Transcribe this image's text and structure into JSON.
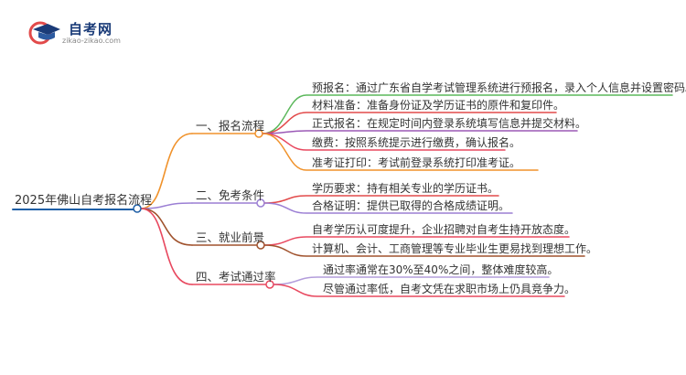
{
  "logo": {
    "name": "自考网",
    "url": "zikao-zikao.com"
  },
  "root": {
    "label": "2025年佛山自考报名流程"
  },
  "branches": [
    {
      "label": "一、报名流程",
      "color": "#f0922b",
      "leaves": [
        {
          "text": "预报名：通过广东省自学考试管理系统进行预报名，录入个人信息并设置密码。",
          "color": "#5cb85c"
        },
        {
          "text": "材料准备：准备身份证及学历证书的原件和复印件。",
          "color": "#e24a4a"
        },
        {
          "text": "正式报名：在规定时间内登录系统填写信息并提交材料。",
          "color": "#9b59b6"
        },
        {
          "text": "缴费：按照系统提示进行缴费，确认报名。",
          "color": "#e8485f"
        },
        {
          "text": "准考证打印：考试前登录系统打印准考证。",
          "color": "#f0922b"
        }
      ]
    },
    {
      "label": "二、免考条件",
      "color": "#9b7fd4",
      "leaves": [
        {
          "text": "学历要求：持有相关专业的学历证书。",
          "color": "#e24a4a"
        },
        {
          "text": "合格证明：提供已取得的合格成绩证明。",
          "color": "#9b7fd4"
        }
      ]
    },
    {
      "label": "三、就业前景",
      "color": "#a0522d",
      "leaves": [
        {
          "text": "自考学历认可度提升，企业招聘对自考生持开放态度。",
          "color": "#e8485f"
        },
        {
          "text": "计算机、会计、工商管理等专业毕业生更易找到理想工作。",
          "color": "#a0522d"
        }
      ]
    },
    {
      "label": "四、考试通过率",
      "color": "#e8485f",
      "leaves": [
        {
          "text": "通过率通常在30%至40%之间，整体难度较高。",
          "color": "#b39ddb"
        },
        {
          "text": "尽管通过率低，自考文凭在求职市场上仍具竞争力。",
          "color": "#e8485f"
        }
      ]
    }
  ]
}
